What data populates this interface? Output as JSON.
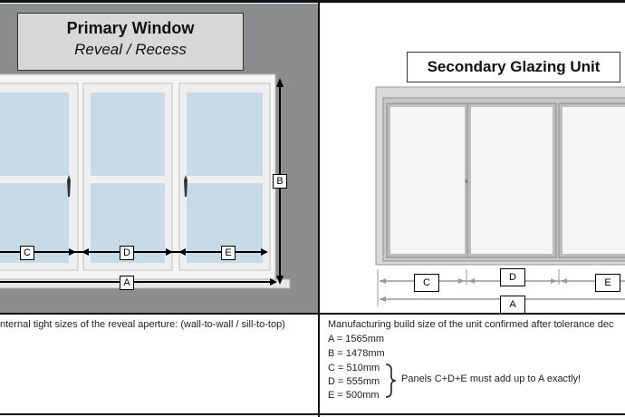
{
  "left_panel": {
    "title": "Primary Window",
    "subtitle": "Reveal / Recess",
    "labels": {
      "a": "A",
      "b": "B",
      "c": "C",
      "d": "D",
      "e": "E"
    },
    "caption": "nternal tight sizes of the reveal aperture: (wall-to-wall / sill-to-top)"
  },
  "right_panel": {
    "title": "Secondary Glazing Unit",
    "labels": {
      "a": "A",
      "c": "C",
      "d": "D",
      "e": "E"
    },
    "caption_line": "Manufacturing build size of the unit confirmed after tolerance dec",
    "measurements": [
      "A = 1565mm",
      "B = 1478mm",
      "C = 510mm",
      "D = 555mm",
      "E = 500mm"
    ],
    "note": "Panels C+D+E must add up to A exactly!"
  },
  "colors": {
    "wall": "#8c8d8f",
    "glass": "#c7dbe6",
    "frame": "#f4f4f4"
  }
}
